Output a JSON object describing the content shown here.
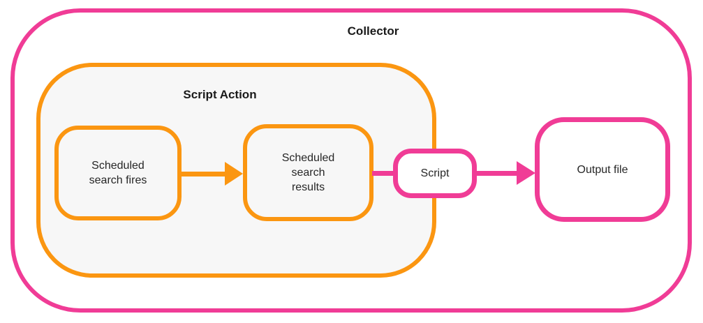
{
  "theme": {
    "pink": "#F03C96",
    "orange": "#FB9611",
    "script_action_bg": "#F7F7F7",
    "canvas_bg": "#FFFFFF",
    "text": "#262626",
    "label_text": "#1A1A1A"
  },
  "diagram": {
    "collector": {
      "label": "Collector"
    },
    "script_action": {
      "label": "Script Action"
    },
    "nodes": {
      "scheduled_search_fires": {
        "label": "Scheduled\nsearch fires"
      },
      "scheduled_search_results": {
        "label": "Scheduled\nsearch\nresults"
      },
      "script": {
        "label": "Script"
      },
      "output_file": {
        "label": "Output file"
      }
    },
    "connections": [
      {
        "from": "scheduled_search_fires",
        "to": "scheduled_search_results",
        "style": "arrow",
        "color": "orange"
      },
      {
        "from": "scheduled_search_results",
        "to": "script",
        "style": "line",
        "color": "pink"
      },
      {
        "from": "script",
        "to": "output_file",
        "style": "arrow",
        "color": "pink"
      }
    ]
  }
}
